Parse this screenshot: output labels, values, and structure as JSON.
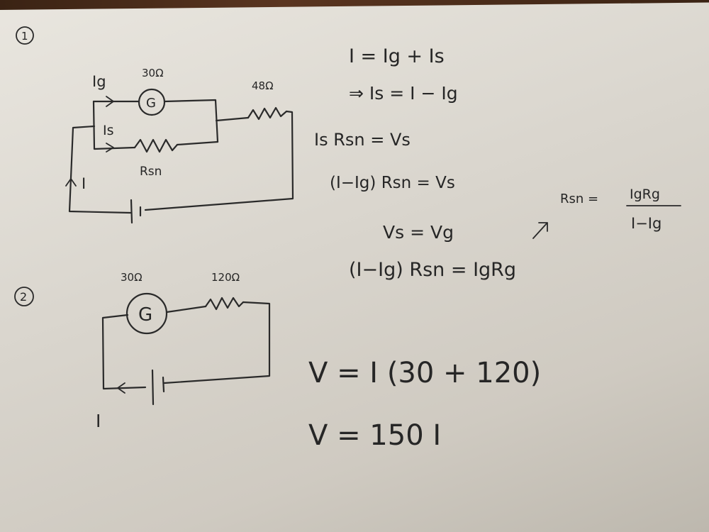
{
  "section1": {
    "number": "1",
    "galvanometer_resistance": "30Ω",
    "galvanometer_symbol": "G",
    "series_resistance": "48Ω",
    "current_galvanometer": "Ig",
    "current_shunt": "Is",
    "shunt_label": "Rsn",
    "current_total": "I"
  },
  "equations1": [
    "I = Ig + Is",
    "⇒ Is = I − Ig",
    "Is Rsn = Vs",
    "(I−Ig) Rsn = Vs",
    "Vs = Vg",
    "(I−Ig) Rsn = IgRg"
  ],
  "result1": {
    "lhs": "Rsn =",
    "numerator": "IgRg",
    "denominator": "I−Ig"
  },
  "section2": {
    "number": "2",
    "galvanometer_resistance": "30Ω",
    "galvanometer_symbol": "G",
    "series_resistance": "120Ω",
    "current_total": "I"
  },
  "equations2": [
    "V = I (30 + 120)",
    "V = 150 I"
  ]
}
